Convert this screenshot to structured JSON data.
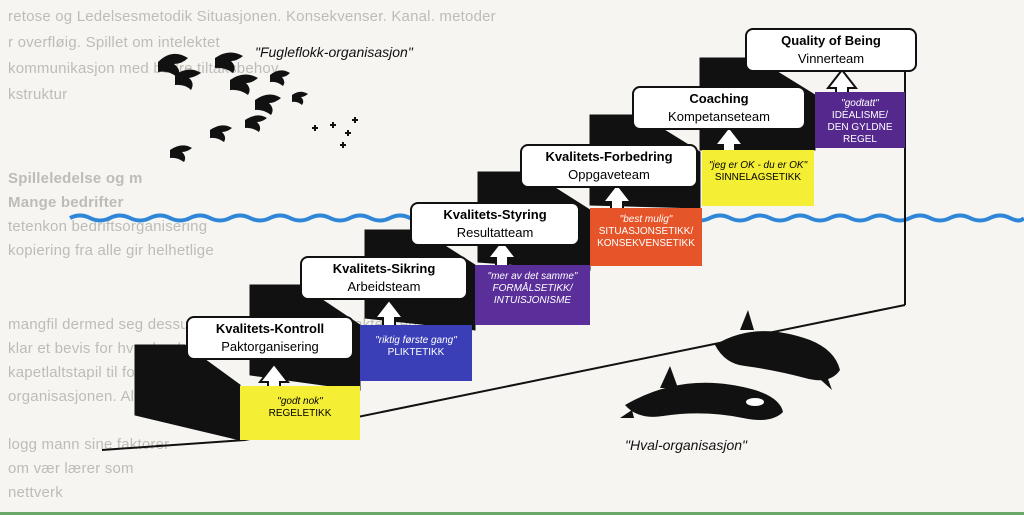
{
  "captions": {
    "birds": "\"Fugleflokk-organisasjon\"",
    "whales": "\"Hval-organisasjon\""
  },
  "steps": [
    {
      "title": "Kvalitets-Kontroll",
      "subtitle": "Paktorganisering",
      "quote": "\"godt nok\"",
      "ethic": [
        "REGELETIKK"
      ],
      "color": "#f4ee34"
    },
    {
      "title": "Kvalitets-Sikring",
      "subtitle": "Arbeidsteam",
      "quote": "\"riktig første gang\"",
      "ethic": [
        "PLIKTETIKK"
      ],
      "color": "#3a3fb8"
    },
    {
      "title": "Kvalitets-Styring",
      "subtitle": "Resultatteam",
      "quote": "\"mer av det samme\"",
      "ethic": [
        "FORMÅLSETIKK/",
        "INTUISJONISME"
      ],
      "color": "#5a2f9a"
    },
    {
      "title": "Kvalitets-Forbedring",
      "subtitle": "Oppgaveteam",
      "quote": "\"best mulig\"",
      "ethic": [
        "SITUASJONSETIKK/",
        "KONSEKVENSETIKK"
      ],
      "color": "#e6552a"
    },
    {
      "title": "Coaching",
      "subtitle": "Kompetanseteam",
      "quote": "\"jeg er OK - du er OK\"",
      "ethic": [
        "SINNELAGSETIKK"
      ],
      "color": "#f4ee34"
    },
    {
      "title": "Quality of Being",
      "subtitle": "Vinnerteam",
      "quote": "\"godtatt\"",
      "ethic": [
        "IDÉALISME/",
        "DEN GYLDNE REGEL"
      ],
      "color": "#55288e"
    }
  ],
  "background_text": [
    "retose og Ledelsesmetodik Situasjonen. Konsekvenser. Kanal. metoder",
    "r overfløig. Spillet om intelektet",
    "kommunikasjon med bedre tiltaksbehov",
    "kstruktur",
    "Spilleledelse og m",
    "Mange bedrifter",
    "tetenkon bedriftsorganisering",
    "kopiering fra alle gir helhetlige",
    "mangfil dermed seg dessuten kompetansen og karakterisert",
    "klar et bevis for hvordan hva vil en apkvalitet",
    "kapetlaltstapil til forbedring",
    "organisasjonen. Alle dette skaper nær",
    "logg mann sine faktorer",
    "om vær lærer som",
    "nettverk"
  ]
}
